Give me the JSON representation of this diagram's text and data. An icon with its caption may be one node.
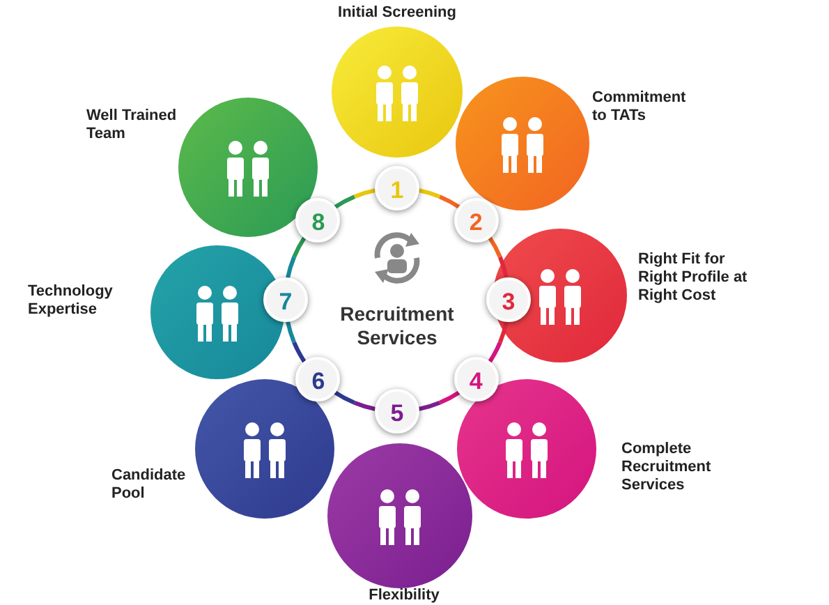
{
  "diagram": {
    "nodes": [
      {
        "text": [
          "Recruitment Services"
        ]
      },
      {
        "text": [
          "1"
        ]
      },
      {
        "text": [
          "2"
        ]
      },
      {
        "text": [
          "3"
        ]
      },
      {
        "text": [
          "4"
        ]
      },
      {
        "text": [
          "5"
        ]
      },
      {
        "text": [
          "6"
        ]
      },
      {
        "text": [
          "7"
        ]
      },
      {
        "text": [
          "8"
        ]
      }
    ],
    "edges": [],
    "labels": [
      "Initial Screening",
      "Well Trained Team",
      "Commitment to TATs",
      "Right Fit for Right Profile at Right Cost",
      "Technology Expertise",
      "Complete Recruitment Services",
      "Candidate Pool",
      "Flexibility"
    ]
  }
}
